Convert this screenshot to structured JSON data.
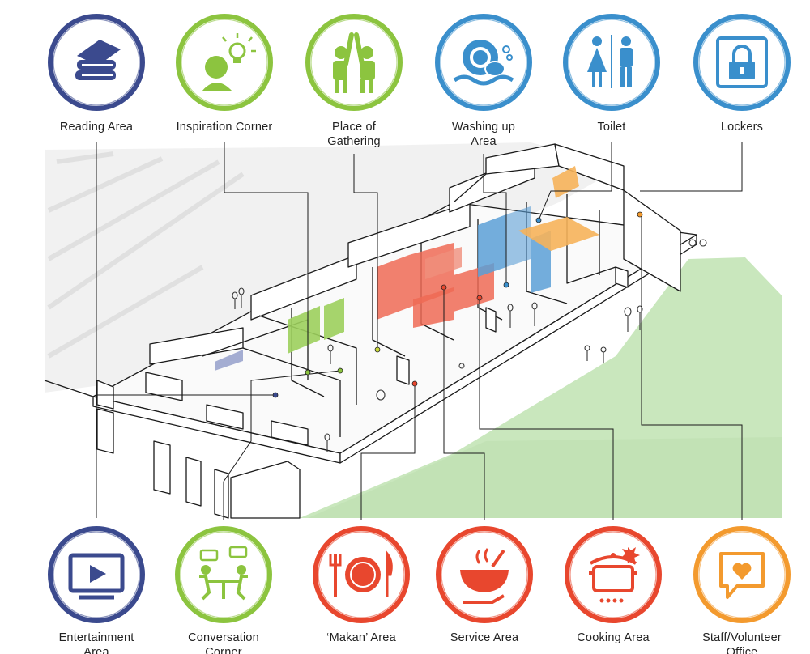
{
  "colors": {
    "navy": "#3b4a8e",
    "green": "#8cc43f",
    "blue": "#3a8fcc",
    "red": "#e8472e",
    "orange": "#f39a2e",
    "lawn": "#c9e7bd",
    "hatch": "#e6e6e6"
  },
  "top_icons": [
    {
      "id": "reading",
      "label": "Reading Area",
      "icon": "books-icon",
      "color": "navy"
    },
    {
      "id": "inspiration",
      "label": "Inspiration Corner",
      "icon": "lightbulb-person-icon",
      "color": "green"
    },
    {
      "id": "gathering",
      "label": "Place of\nGathering",
      "icon": "high-five-icon",
      "color": "green"
    },
    {
      "id": "washing",
      "label": "Washing up\nArea",
      "icon": "plate-sponge-icon",
      "color": "blue"
    },
    {
      "id": "toilet",
      "label": "Toilet",
      "icon": "toilet-icon",
      "color": "blue"
    },
    {
      "id": "lockers",
      "label": "Lockers",
      "icon": "padlock-icon",
      "color": "blue"
    }
  ],
  "bottom_icons": [
    {
      "id": "entertainment",
      "label": "Entertainment\nArea",
      "icon": "tv-play-icon",
      "color": "navy"
    },
    {
      "id": "conversation",
      "label": "Conversation\nCorner",
      "icon": "chat-table-icon",
      "color": "green"
    },
    {
      "id": "makan",
      "label": "‘Makan’ Area",
      "icon": "plate-fork-knife-icon",
      "color": "red"
    },
    {
      "id": "service",
      "label": "Service Area",
      "icon": "serving-bowl-icon",
      "color": "red"
    },
    {
      "id": "cooking",
      "label": "Cooking Area",
      "icon": "cooking-pot-icon",
      "color": "red"
    },
    {
      "id": "staff",
      "label": "Staff/Volunteer\nOffice",
      "icon": "heart-chat-icon",
      "color": "orange"
    }
  ]
}
